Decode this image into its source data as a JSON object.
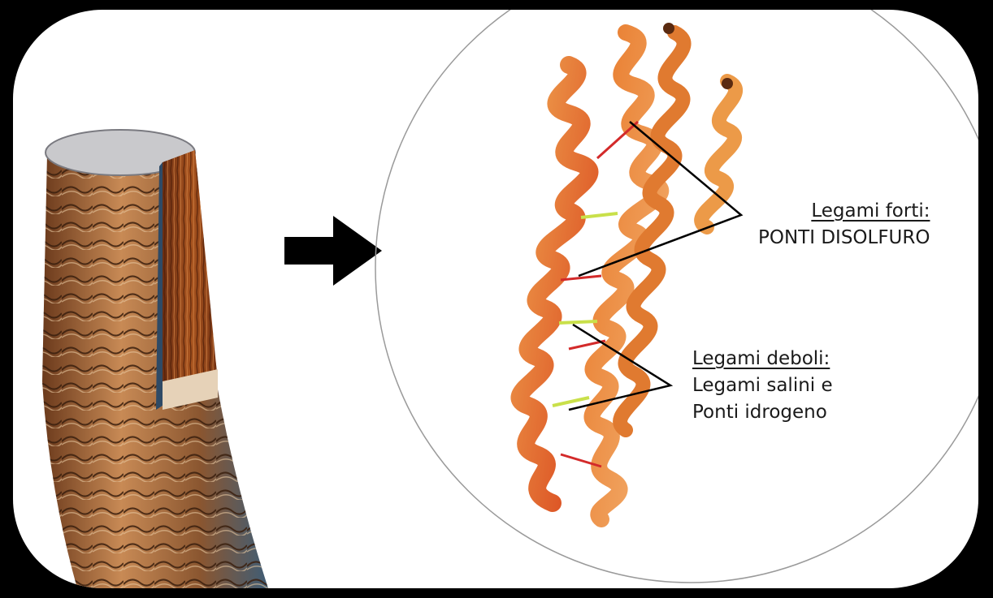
{
  "labels": {
    "strong": {
      "heading": "Legami forti:",
      "text": "PONTI DISOLFURO"
    },
    "weak": {
      "heading": "Legami deboli:",
      "line1": "Legami salini e",
      "line2": "Ponti idrogeno"
    }
  },
  "colors": {
    "background": "#ffffff",
    "frame": "#000000",
    "helix_orange": "#e8792a",
    "helix_red": "#d8431c",
    "disulfide_bond": "#d32a2a",
    "weak_bond": "#c9e04a",
    "arrow": "#000000"
  }
}
